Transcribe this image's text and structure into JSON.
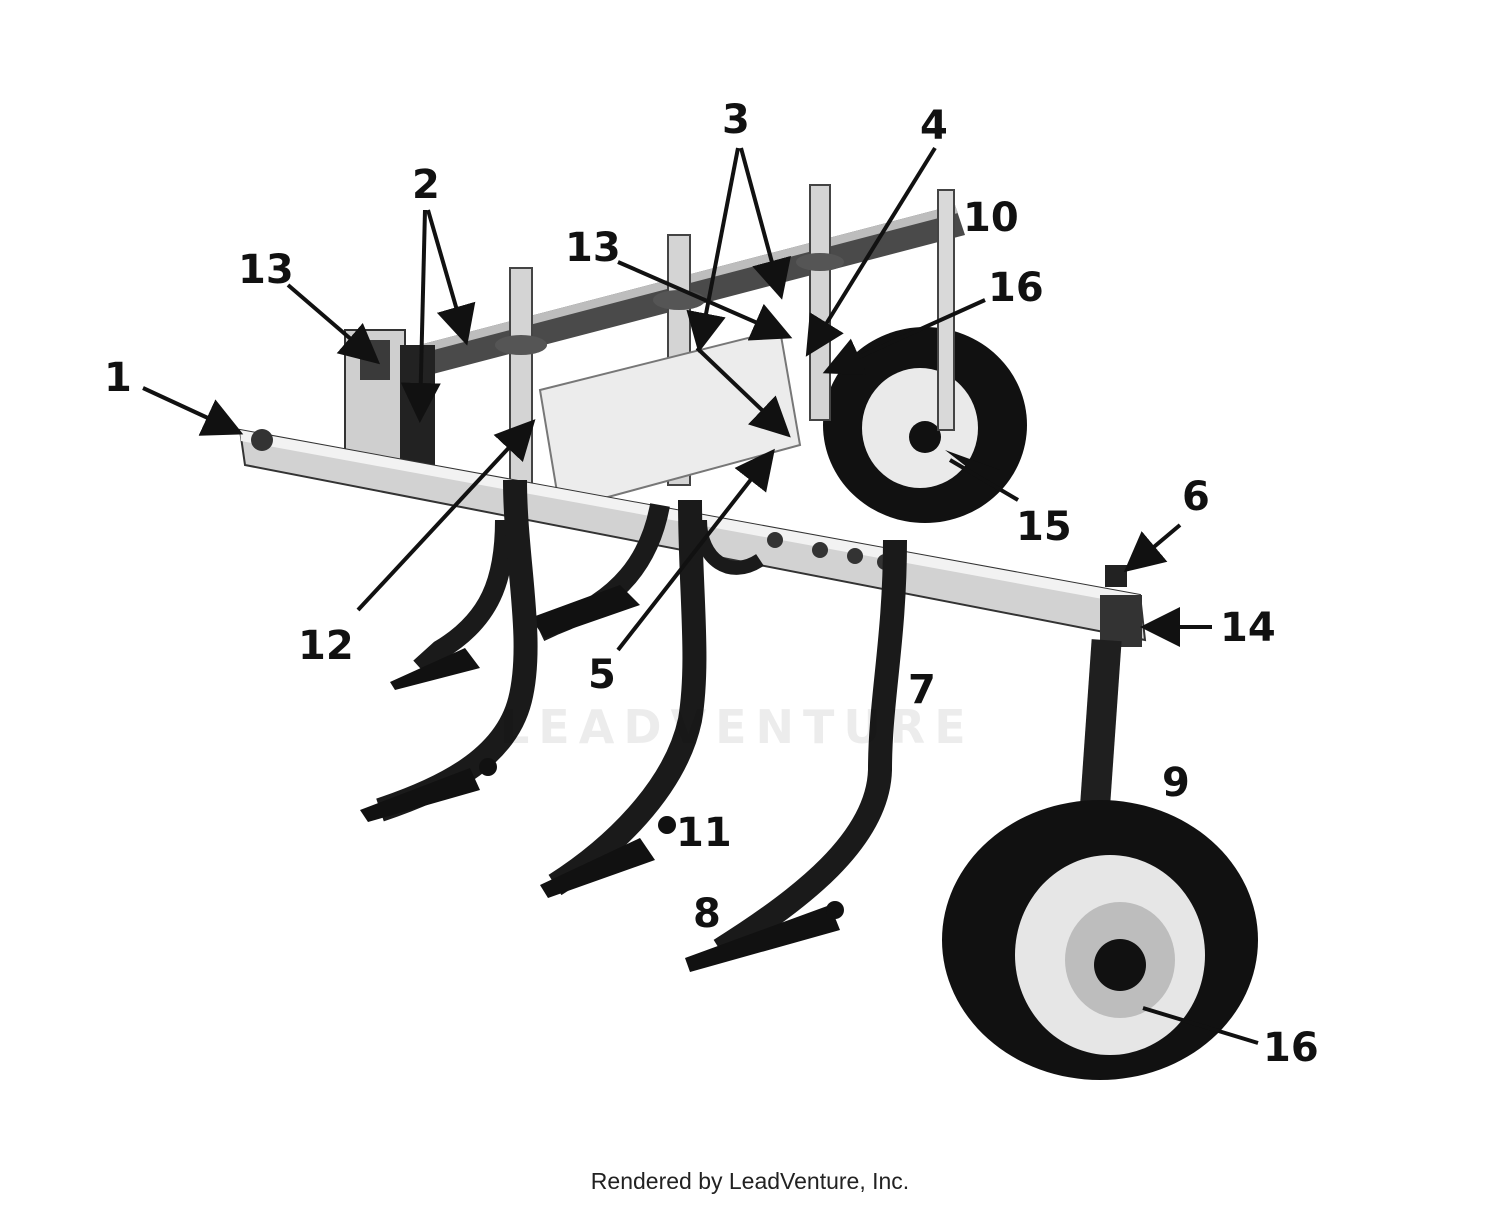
{
  "callouts": {
    "c1": "1",
    "c2": "2",
    "c3": "3",
    "c4": "4",
    "c5": "5",
    "c6": "6",
    "c7": "7",
    "c8": "8",
    "c9": "9",
    "c10": "10",
    "c11": "11",
    "c12": "12",
    "c13a": "13",
    "c13b": "13",
    "c14": "14",
    "c15": "15",
    "c16a": "16",
    "c16b": "16"
  },
  "watermark": "LEADVENTURE",
  "footer": "Rendered by LeadVenture, Inc.",
  "colors": {
    "ink": "#111111",
    "steel": "#d6d6d6",
    "shadow": "#2a2a2a",
    "background": "#ffffff"
  }
}
